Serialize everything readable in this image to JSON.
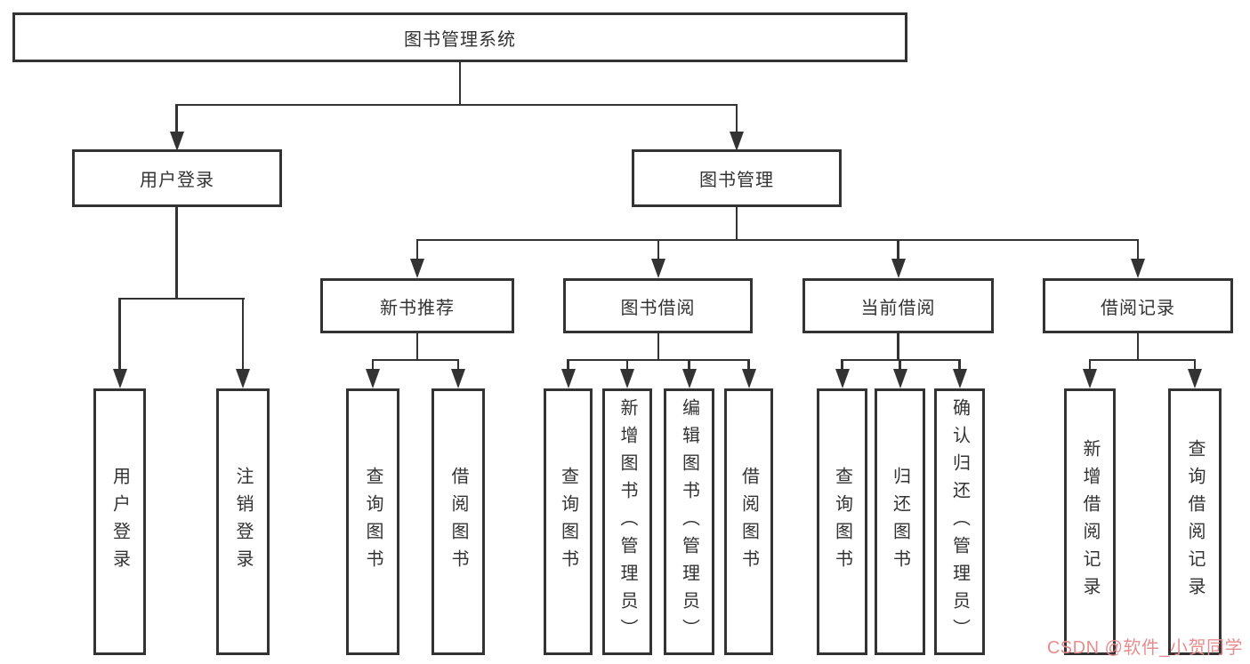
{
  "diagram": {
    "tree": {
      "label": "图书管理系统",
      "children": [
        {
          "label": "用户登录",
          "children": [
            {
              "label": "用户登录"
            },
            {
              "label": "注销登录"
            }
          ]
        },
        {
          "label": "图书管理",
          "children": [
            {
              "label": "新书推荐",
              "children": [
                {
                  "label": "查询图书"
                },
                {
                  "label": "借阅图书"
                }
              ]
            },
            {
              "label": "图书借阅",
              "children": [
                {
                  "label": "查询图书"
                },
                {
                  "label": "新增图书（管理员）"
                },
                {
                  "label": "编辑图书（管理员）"
                },
                {
                  "label": "借阅图书"
                }
              ]
            },
            {
              "label": "当前借阅",
              "children": [
                {
                  "label": "查询图书"
                },
                {
                  "label": "归还图书"
                },
                {
                  "label": "确认归还（管理员）"
                }
              ]
            },
            {
              "label": "借阅记录",
              "children": [
                {
                  "label": "新增借阅记录"
                },
                {
                  "label": "查询借阅记录"
                }
              ]
            }
          ]
        }
      ]
    },
    "line_color": "#333333",
    "box_background": "#ffffff"
  },
  "watermark": {
    "text": "CSDN @软件_小贺同学",
    "color": "#e78d8d"
  }
}
